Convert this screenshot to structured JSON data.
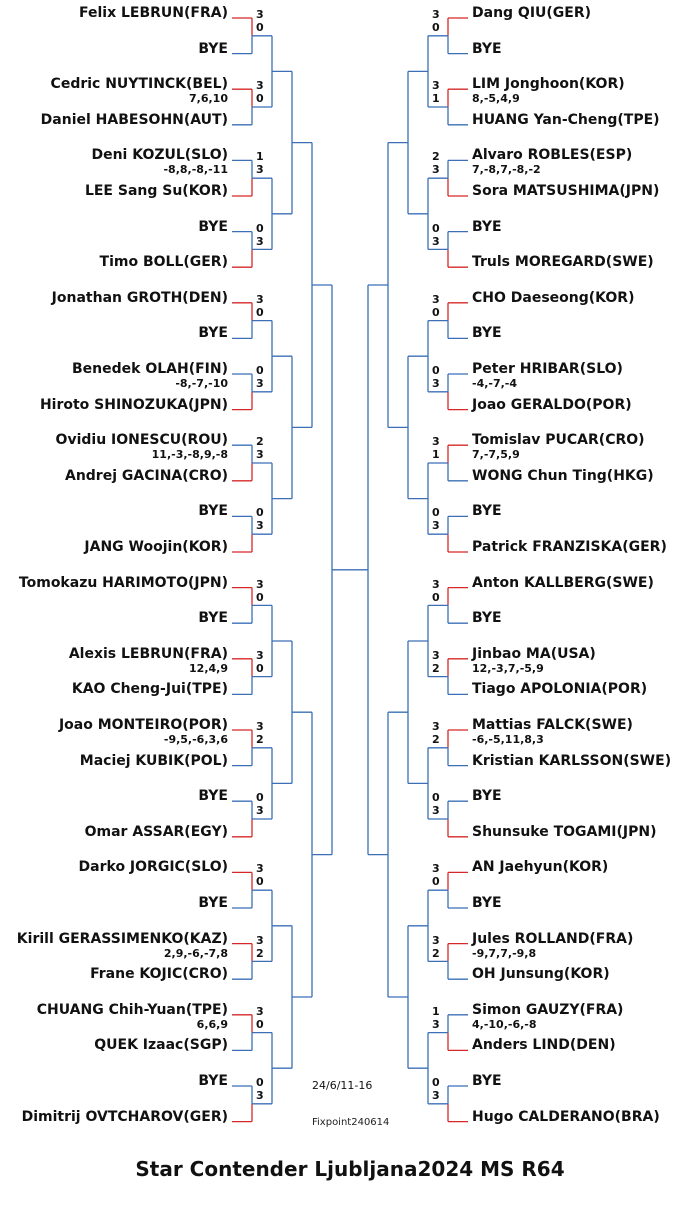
{
  "title": "Star Contender Ljubljana2024 MS R64",
  "date": "24/6/11-16",
  "version": "Fixpoint240614",
  "colors": {
    "loss_line": "#3b6fb6",
    "win_line": "#d62828",
    "text": "#111111"
  },
  "left_matches": [
    {
      "p1": "Felix LEBRUN(FRA)",
      "p2": "BYE",
      "s1": "3",
      "s2": "0",
      "winner": 1,
      "detail": ""
    },
    {
      "p1": "Cedric NUYTINCK(BEL)",
      "p2": "Daniel HABESOHN(AUT)",
      "s1": "3",
      "s2": "0",
      "winner": 1,
      "detail": "7,6,10"
    },
    {
      "p1": "Deni KOZUL(SLO)",
      "p2": "LEE Sang Su(KOR)",
      "s1": "1",
      "s2": "3",
      "winner": 2,
      "detail": "-8,8,-8,-11"
    },
    {
      "p1": "BYE",
      "p2": "Timo BOLL(GER)",
      "s1": "0",
      "s2": "3",
      "winner": 2,
      "detail": ""
    },
    {
      "p1": "Jonathan GROTH(DEN)",
      "p2": "BYE",
      "s1": "3",
      "s2": "0",
      "winner": 1,
      "detail": ""
    },
    {
      "p1": "Benedek OLAH(FIN)",
      "p2": "Hiroto SHINOZUKA(JPN)",
      "s1": "0",
      "s2": "3",
      "winner": 2,
      "detail": "-8,-7,-10"
    },
    {
      "p1": "Ovidiu IONESCU(ROU)",
      "p2": "Andrej GACINA(CRO)",
      "s1": "2",
      "s2": "3",
      "winner": 2,
      "detail": "11,-3,-8,9,-8"
    },
    {
      "p1": "BYE",
      "p2": "JANG Woojin(KOR)",
      "s1": "0",
      "s2": "3",
      "winner": 2,
      "detail": ""
    },
    {
      "p1": "Tomokazu HARIMOTO(JPN)",
      "p2": "BYE",
      "s1": "3",
      "s2": "0",
      "winner": 1,
      "detail": ""
    },
    {
      "p1": "Alexis LEBRUN(FRA)",
      "p2": "KAO Cheng-Jui(TPE)",
      "s1": "3",
      "s2": "0",
      "winner": 1,
      "detail": "12,4,9"
    },
    {
      "p1": "Joao MONTEIRO(POR)",
      "p2": "Maciej KUBIK(POL)",
      "s1": "3",
      "s2": "2",
      "winner": 1,
      "detail": "-9,5,-6,3,6"
    },
    {
      "p1": "BYE",
      "p2": "Omar ASSAR(EGY)",
      "s1": "0",
      "s2": "3",
      "winner": 2,
      "detail": ""
    },
    {
      "p1": "Darko JORGIC(SLO)",
      "p2": "BYE",
      "s1": "3",
      "s2": "0",
      "winner": 1,
      "detail": ""
    },
    {
      "p1": "Kirill GERASSIMENKO(KAZ)",
      "p2": "Frane KOJIC(CRO)",
      "s1": "3",
      "s2": "2",
      "winner": 1,
      "detail": "2,9,-6,-7,8"
    },
    {
      "p1": "CHUANG Chih-Yuan(TPE)",
      "p2": "QUEK Izaac(SGP)",
      "s1": "3",
      "s2": "0",
      "winner": 1,
      "detail": "6,6,9"
    },
    {
      "p1": "BYE",
      "p2": "Dimitrij OVTCHAROV(GER)",
      "s1": "0",
      "s2": "3",
      "winner": 2,
      "detail": ""
    }
  ],
  "right_matches": [
    {
      "p1": "Dang QIU(GER)",
      "p2": "BYE",
      "s1": "3",
      "s2": "0",
      "winner": 1,
      "detail": ""
    },
    {
      "p1": "LIM Jonghoon(KOR)",
      "p2": "HUANG Yan-Cheng(TPE)",
      "s1": "3",
      "s2": "1",
      "winner": 1,
      "detail": "8,-5,4,9"
    },
    {
      "p1": "Alvaro ROBLES(ESP)",
      "p2": "Sora MATSUSHIMA(JPN)",
      "s1": "2",
      "s2": "3",
      "winner": 2,
      "detail": "7,-8,7,-8,-2"
    },
    {
      "p1": "BYE",
      "p2": "Truls MOREGARD(SWE)",
      "s1": "0",
      "s2": "3",
      "winner": 2,
      "detail": ""
    },
    {
      "p1": "CHO Daeseong(KOR)",
      "p2": "BYE",
      "s1": "3",
      "s2": "0",
      "winner": 1,
      "detail": ""
    },
    {
      "p1": "Peter HRIBAR(SLO)",
      "p2": "Joao GERALDO(POR)",
      "s1": "0",
      "s2": "3",
      "winner": 2,
      "detail": "-4,-7,-4"
    },
    {
      "p1": "Tomislav PUCAR(CRO)",
      "p2": "WONG Chun Ting(HKG)",
      "s1": "3",
      "s2": "1",
      "winner": 1,
      "detail": "7,-7,5,9"
    },
    {
      "p1": "BYE",
      "p2": "Patrick FRANZISKA(GER)",
      "s1": "0",
      "s2": "3",
      "winner": 2,
      "detail": ""
    },
    {
      "p1": "Anton KALLBERG(SWE)",
      "p2": "BYE",
      "s1": "3",
      "s2": "0",
      "winner": 1,
      "detail": ""
    },
    {
      "p1": "Jinbao MA(USA)",
      "p2": "Tiago APOLONIA(POR)",
      "s1": "3",
      "s2": "2",
      "winner": 1,
      "detail": "12,-3,7,-5,9"
    },
    {
      "p1": "Mattias FALCK(SWE)",
      "p2": "Kristian KARLSSON(SWE)",
      "s1": "3",
      "s2": "2",
      "winner": 1,
      "detail": "-6,-5,11,8,3"
    },
    {
      "p1": "BYE",
      "p2": "Shunsuke TOGAMI(JPN)",
      "s1": "0",
      "s2": "3",
      "winner": 2,
      "detail": ""
    },
    {
      "p1": "AN Jaehyun(KOR)",
      "p2": "BYE",
      "s1": "3",
      "s2": "0",
      "winner": 1,
      "detail": ""
    },
    {
      "p1": "Jules ROLLAND(FRA)",
      "p2": "OH Junsung(KOR)",
      "s1": "3",
      "s2": "2",
      "winner": 1,
      "detail": "-9,7,7,-9,8"
    },
    {
      "p1": "Simon GAUZY(FRA)",
      "p2": "Anders LIND(DEN)",
      "s1": "1",
      "s2": "3",
      "winner": 2,
      "detail": "4,-10,-6,-8"
    },
    {
      "p1": "BYE",
      "p2": "Hugo CALDERANO(BRA)",
      "s1": "0",
      "s2": "3",
      "winner": 2,
      "detail": ""
    }
  ]
}
